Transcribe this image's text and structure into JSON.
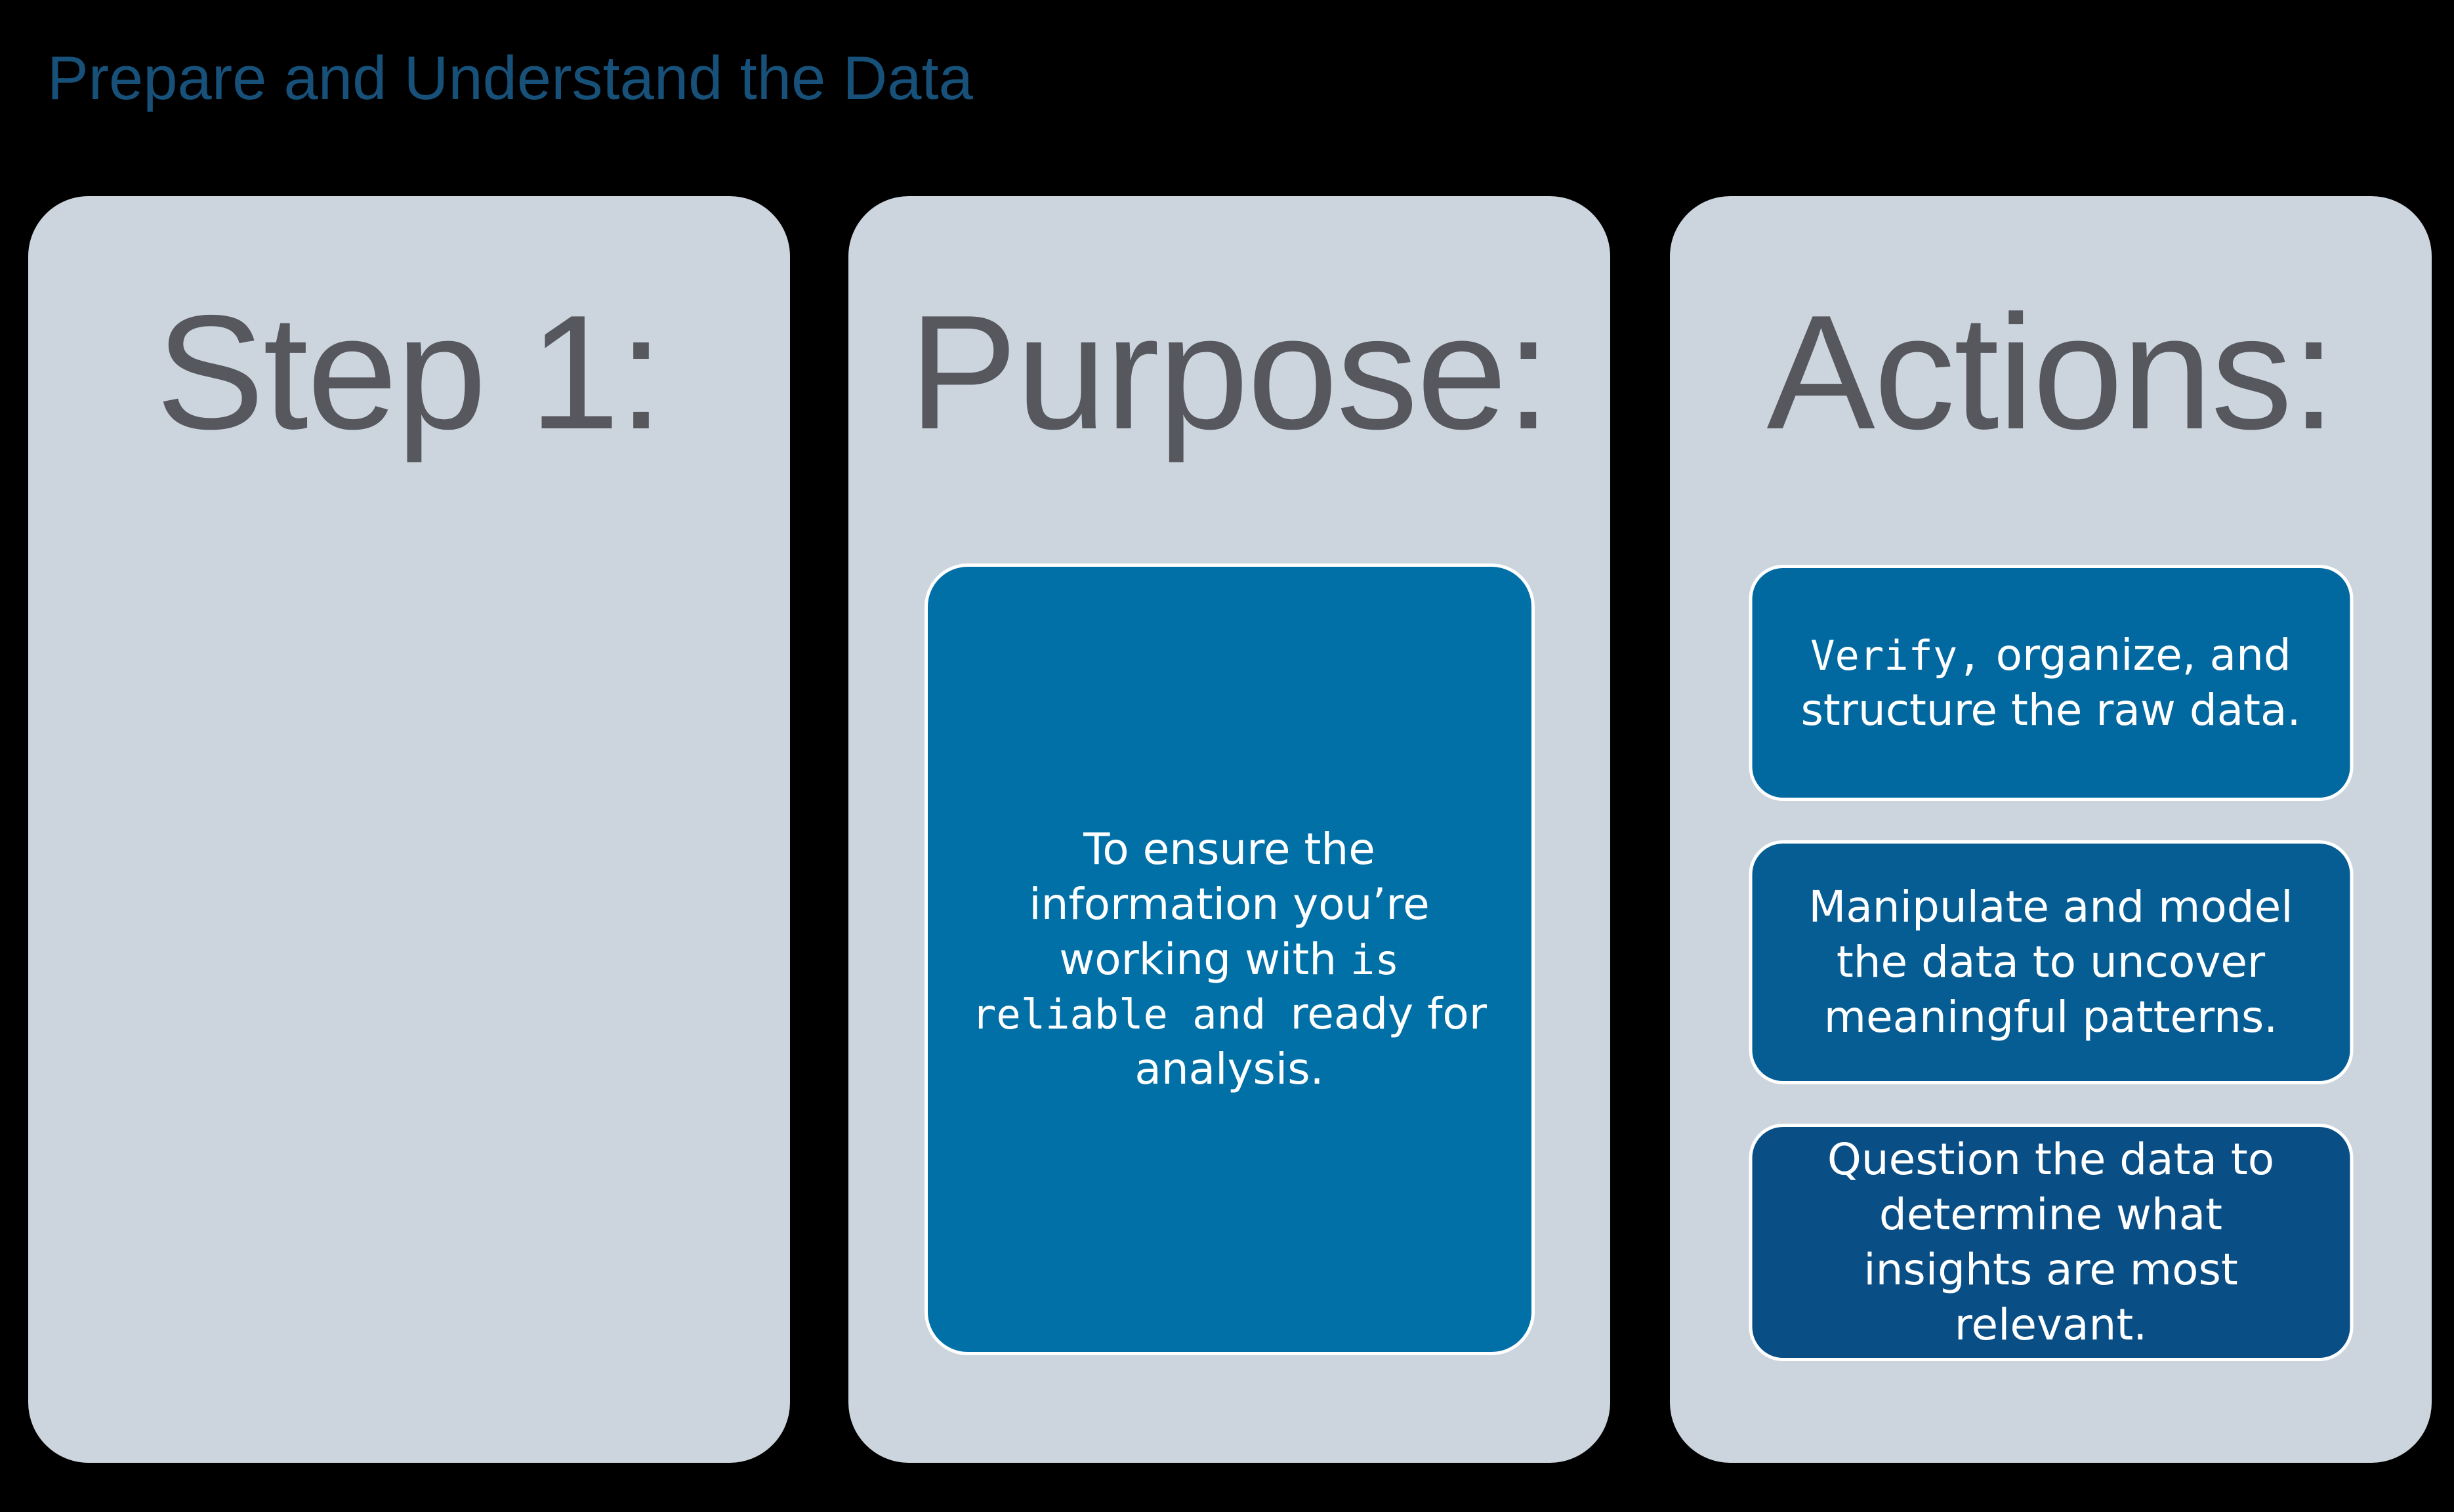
{
  "page": {
    "background": "#000000"
  },
  "title": {
    "text": "Prepare and Understand the Data",
    "color": "#175078"
  },
  "cards": {
    "bg": "#CCD5DE",
    "heading_color": "#57575e",
    "step": {
      "heading": "Step 1:"
    },
    "purpose": {
      "heading": "Purpose:",
      "box": {
        "bg": "#0070A7",
        "segments": [
          {
            "t": "To ensure the\ninformation you’re\nworking with ",
            "f": "sans"
          },
          {
            "t": "is\nreliable and ",
            "f": "mono"
          },
          {
            "t": "ready for\nanalysis.",
            "f": "sans"
          }
        ]
      }
    },
    "actions": {
      "heading": "Actions:",
      "boxes": [
        {
          "bg": "#0169A0",
          "segments": [
            {
              "t": "Verify,",
              "f": "mono"
            },
            {
              "t": " organize, and\nstructure the raw data.",
              "f": "sans"
            }
          ]
        },
        {
          "bg": "#055D94",
          "segments": [
            {
              "t": "Manipulate and model\nthe data to uncover\nmeaningful patterns.",
              "f": "sans"
            }
          ]
        },
        {
          "bg": "#094E85",
          "segments": [
            {
              "t": "Question the data to\ndetermine what\ninsights are most\nrelevant.",
              "f": "sans"
            }
          ]
        }
      ]
    }
  }
}
